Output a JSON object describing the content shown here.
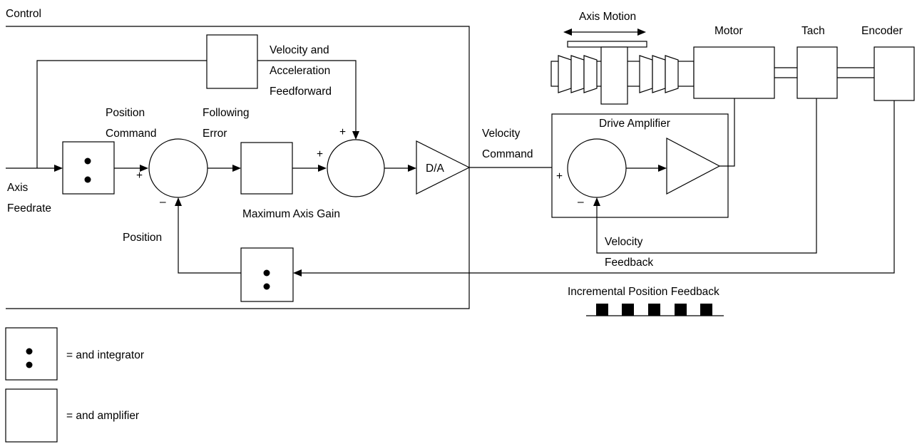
{
  "labels": {
    "control": "Control",
    "axis_motion": "Axis Motion",
    "motor": "Motor",
    "tach": "Tach",
    "encoder": "Encoder",
    "velocity_and": "Velocity and",
    "acceleration": "Acceleration",
    "feedforward": "Feedforward",
    "position": "Position",
    "command": "Command",
    "following": "Following",
    "error": "Error",
    "velocity": "Velocity",
    "drive_amplifier": "Drive Amplifier",
    "axis": "Axis",
    "feedrate": "Feedrate",
    "maximum_axis_gain": "Maximum Axis Gain",
    "position_fb": "Position",
    "velocity_fb": "Velocity",
    "feedback": "Feedback",
    "incremental_position_feedback": "Incremental Position Feedback",
    "da": "D/A",
    "plus": "+",
    "minus": "–"
  },
  "legend": {
    "integrator": "= and integrator",
    "amplifier": "= and amplifier"
  }
}
